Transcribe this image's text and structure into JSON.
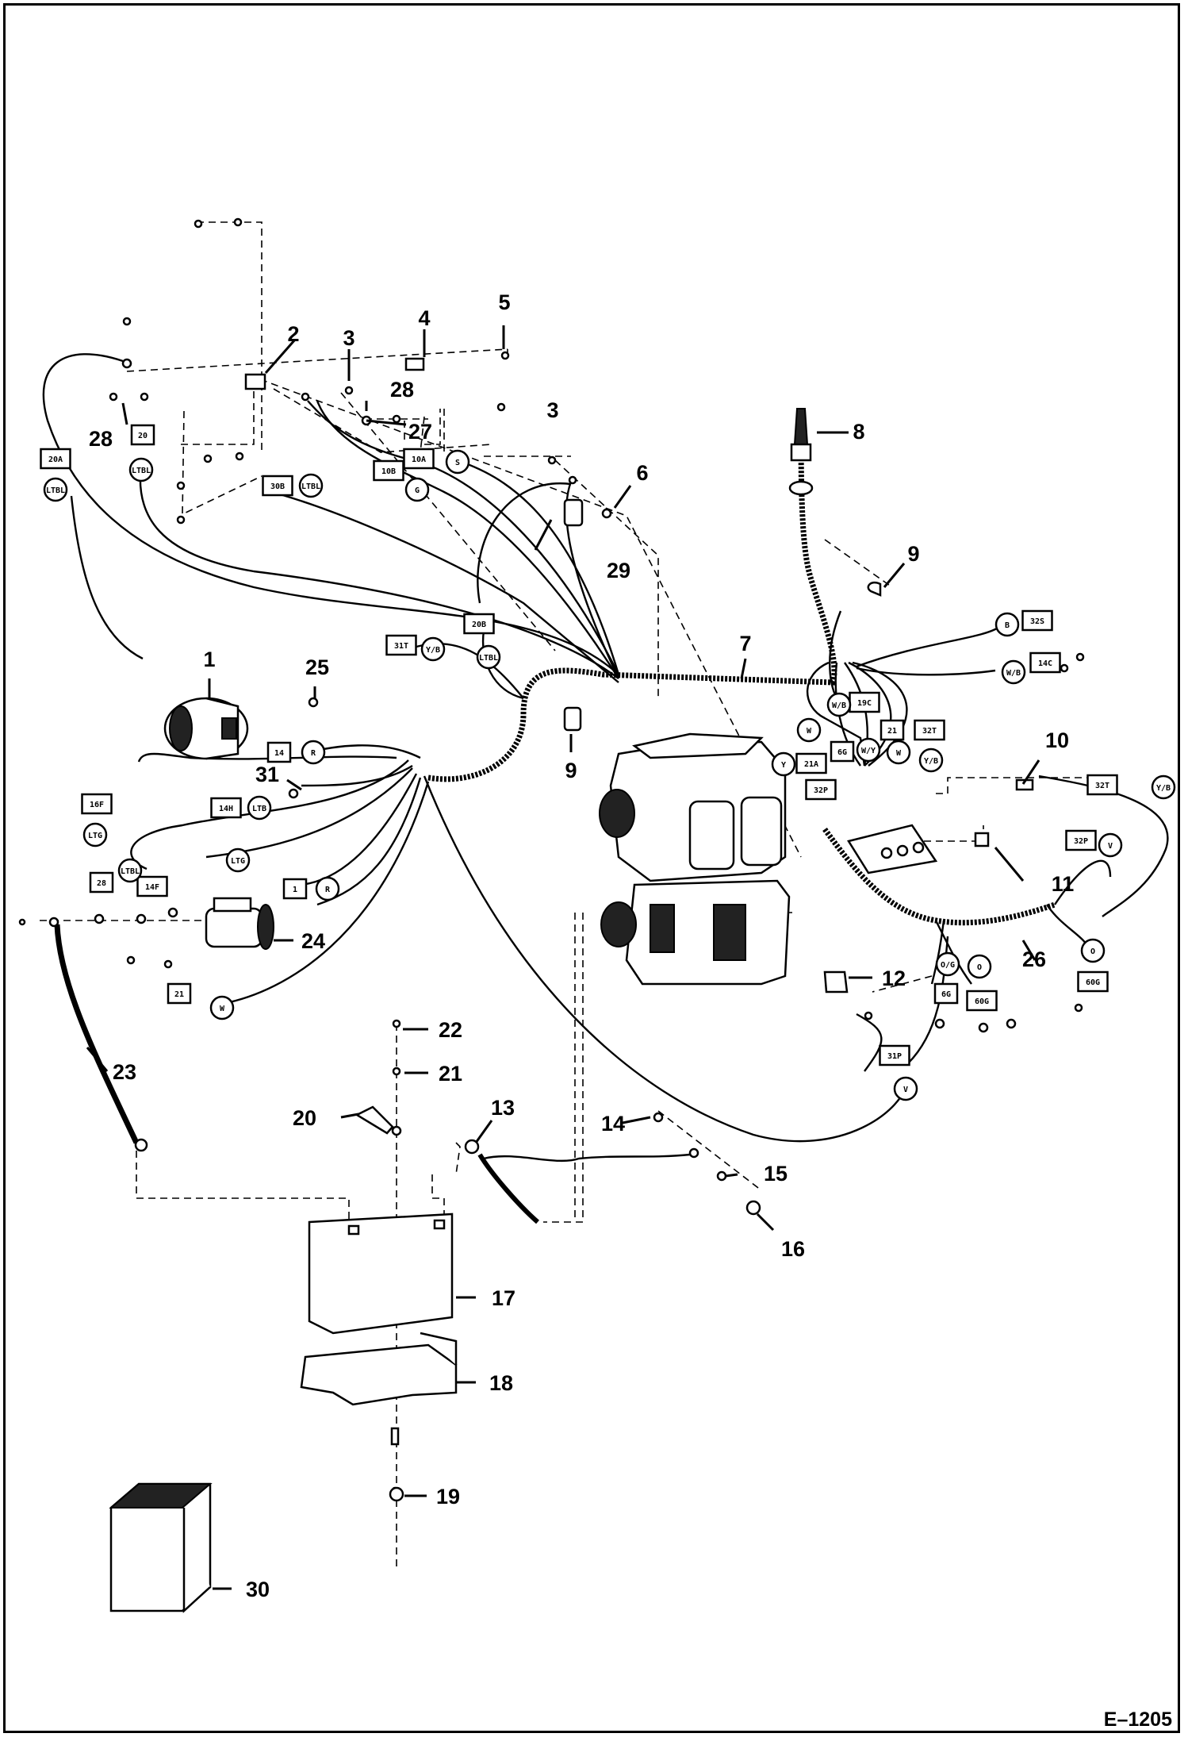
{
  "figure_code": "E–1205",
  "callouts": [
    {
      "id": "c1",
      "label": "1"
    },
    {
      "id": "c2",
      "label": "2"
    },
    {
      "id": "c3a",
      "label": "3"
    },
    {
      "id": "c3b",
      "label": "3"
    },
    {
      "id": "c4",
      "label": "4"
    },
    {
      "id": "c5",
      "label": "5"
    },
    {
      "id": "c6",
      "label": "6"
    },
    {
      "id": "c7",
      "label": "7"
    },
    {
      "id": "c8",
      "label": "8"
    },
    {
      "id": "c9a",
      "label": "9"
    },
    {
      "id": "c9b",
      "label": "9"
    },
    {
      "id": "c10",
      "label": "10"
    },
    {
      "id": "c11",
      "label": "11"
    },
    {
      "id": "c12",
      "label": "12"
    },
    {
      "id": "c13",
      "label": "13"
    },
    {
      "id": "c14",
      "label": "14"
    },
    {
      "id": "c15",
      "label": "15"
    },
    {
      "id": "c16",
      "label": "16"
    },
    {
      "id": "c17",
      "label": "17"
    },
    {
      "id": "c18",
      "label": "18"
    },
    {
      "id": "c19",
      "label": "19"
    },
    {
      "id": "c20",
      "label": "20"
    },
    {
      "id": "c21",
      "label": "21"
    },
    {
      "id": "c22",
      "label": "22"
    },
    {
      "id": "c23",
      "label": "23"
    },
    {
      "id": "c24",
      "label": "24"
    },
    {
      "id": "c25",
      "label": "25"
    },
    {
      "id": "c26",
      "label": "26"
    },
    {
      "id": "c27",
      "label": "27"
    },
    {
      "id": "c28a",
      "label": "28"
    },
    {
      "id": "c28b",
      "label": "28"
    },
    {
      "id": "c29",
      "label": "29"
    },
    {
      "id": "c30",
      "label": "30"
    },
    {
      "id": "c31",
      "label": "31"
    }
  ],
  "wire_tags": [
    {
      "id": "t20a",
      "label": "20A",
      "shape": "box"
    },
    {
      "id": "t20",
      "label": "20",
      "shape": "box"
    },
    {
      "id": "t30b",
      "label": "30B",
      "shape": "box"
    },
    {
      "id": "t10a",
      "label": "10A",
      "shape": "box"
    },
    {
      "id": "t10b",
      "label": "10B",
      "shape": "box"
    },
    {
      "id": "t20b",
      "label": "20B",
      "shape": "box"
    },
    {
      "id": "t31t",
      "label": "31T",
      "shape": "box"
    },
    {
      "id": "t14",
      "label": "14",
      "shape": "box"
    },
    {
      "id": "t14h",
      "label": "14H",
      "shape": "box"
    },
    {
      "id": "t16f",
      "label": "16F",
      "shape": "box"
    },
    {
      "id": "t28",
      "label": "28",
      "shape": "box"
    },
    {
      "id": "t14f",
      "label": "14F",
      "shape": "box"
    },
    {
      "id": "t1",
      "label": "1",
      "shape": "box"
    },
    {
      "id": "t21",
      "label": "21",
      "shape": "box"
    },
    {
      "id": "t32s",
      "label": "32S",
      "shape": "box"
    },
    {
      "id": "t14c",
      "label": "14C",
      "shape": "box"
    },
    {
      "id": "t19c",
      "label": "19C",
      "shape": "box"
    },
    {
      "id": "t2r",
      "label": "21",
      "shape": "box"
    },
    {
      "id": "t32t",
      "label": "32T",
      "shape": "box"
    },
    {
      "id": "t21a",
      "label": "21A",
      "shape": "box"
    },
    {
      "id": "t6g",
      "label": "6G",
      "shape": "box"
    },
    {
      "id": "t32p",
      "label": "32P",
      "shape": "box"
    },
    {
      "id": "t32t2",
      "label": "32T",
      "shape": "box"
    },
    {
      "id": "t32p2",
      "label": "32P",
      "shape": "box"
    },
    {
      "id": "t6gb",
      "label": "6G",
      "shape": "box"
    },
    {
      "id": "t60g",
      "label": "60G",
      "shape": "box"
    },
    {
      "id": "t60gb",
      "label": "60G",
      "shape": "box"
    },
    {
      "id": "t31p",
      "label": "31P",
      "shape": "box"
    },
    {
      "id": "o_ltbl1",
      "label": "LTBL",
      "shape": "circle"
    },
    {
      "id": "o_ltbl2",
      "label": "LTBL",
      "shape": "circle"
    },
    {
      "id": "o_ltbl3",
      "label": "LTBL",
      "shape": "circle"
    },
    {
      "id": "o_s",
      "label": "S",
      "shape": "circle"
    },
    {
      "id": "o_g",
      "label": "G",
      "shape": "circle"
    },
    {
      "id": "o_ltbl4",
      "label": "LTBL",
      "shape": "circle"
    },
    {
      "id": "o_yb",
      "label": "Y/B",
      "shape": "circle"
    },
    {
      "id": "o_r",
      "label": "R",
      "shape": "circle"
    },
    {
      "id": "o_ltb",
      "label": "LTB",
      "shape": "circle"
    },
    {
      "id": "o_ltg",
      "label": "LTG",
      "shape": "circle"
    },
    {
      "id": "o_ltbl5",
      "label": "LTBL",
      "shape": "circle"
    },
    {
      "id": "o_ltg2",
      "label": "LTG",
      "shape": "circle"
    },
    {
      "id": "o_r2",
      "label": "R",
      "shape": "circle"
    },
    {
      "id": "o_w",
      "label": "W",
      "shape": "circle"
    },
    {
      "id": "o_b",
      "label": "B",
      "shape": "circle"
    },
    {
      "id": "o_wb",
      "label": "W/B",
      "shape": "circle"
    },
    {
      "id": "o_w2",
      "label": "W",
      "shape": "circle"
    },
    {
      "id": "o_wb2",
      "label": "W/B",
      "shape": "circle"
    },
    {
      "id": "o_w3",
      "label": "W",
      "shape": "circle"
    },
    {
      "id": "o_wy",
      "label": "W/Y",
      "shape": "circle"
    },
    {
      "id": "o_yb2",
      "label": "Y/B",
      "shape": "circle"
    },
    {
      "id": "o_y",
      "label": "Y",
      "shape": "circle"
    },
    {
      "id": "o_yb3",
      "label": "Y/B",
      "shape": "circle"
    },
    {
      "id": "o_v",
      "label": "V",
      "shape": "circle"
    },
    {
      "id": "o_og",
      "label": "O/G",
      "shape": "circle"
    },
    {
      "id": "o_o",
      "label": "O",
      "shape": "circle"
    },
    {
      "id": "o_o2",
      "label": "O",
      "shape": "circle"
    },
    {
      "id": "o_v2",
      "label": "V",
      "shape": "circle"
    }
  ]
}
